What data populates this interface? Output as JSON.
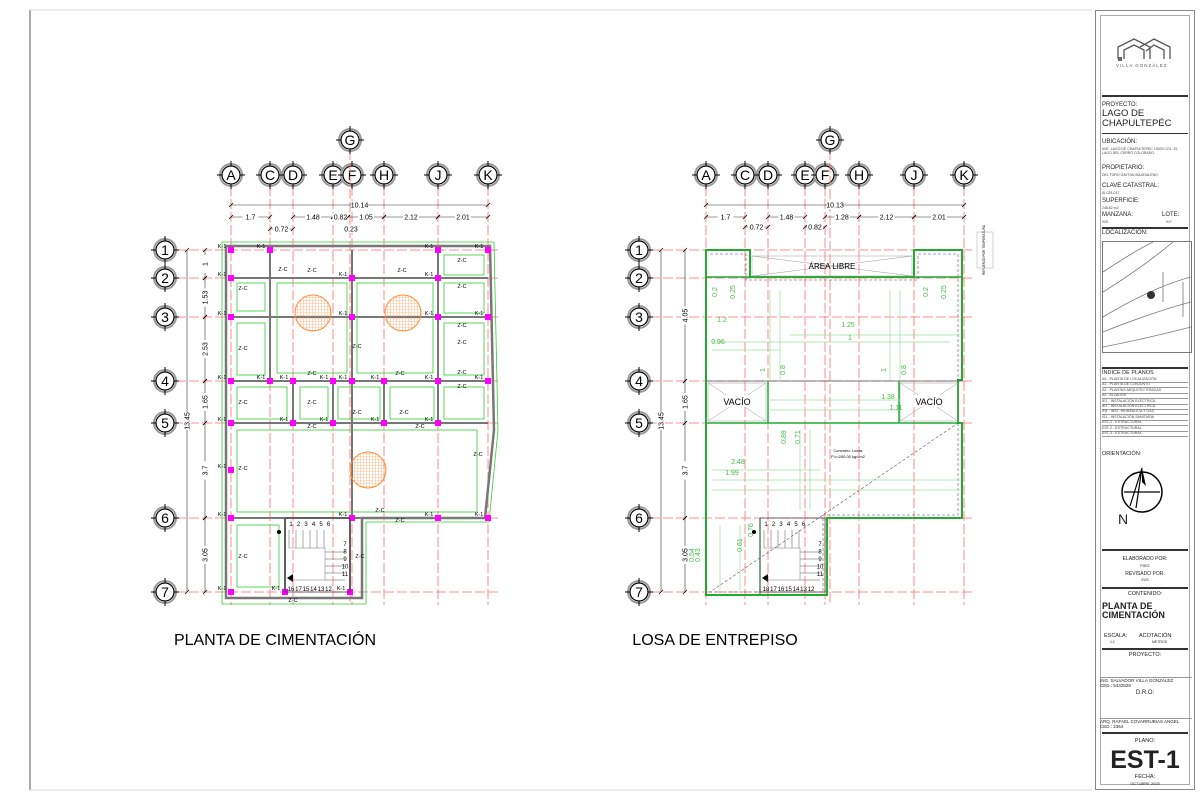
{
  "grid": {
    "columns": [
      "A",
      "C",
      "D",
      "E",
      "F",
      "H",
      "J",
      "K"
    ],
    "extra_column": "G",
    "rows": [
      "1",
      "2",
      "3",
      "4",
      "5",
      "6",
      "7"
    ]
  },
  "plan_left": {
    "title": "PLANTA DE CIMENTACIÓN",
    "dim_total_h": "10.14",
    "dims_h_1": [
      "1.7",
      "1.48",
      "0.82",
      "1.05",
      "2.12",
      "2.01"
    ],
    "dims_h_2": [
      "0.72",
      "0.23"
    ],
    "dim_total_v": "13.45",
    "dims_v": [
      "1",
      "1.53",
      "2.53",
      "1.65",
      "3.7",
      "3.05"
    ],
    "column_label": "K-1",
    "footing_label": "Z-C",
    "stair_numbers_top": [
      "1",
      "2",
      "3",
      "4",
      "5",
      "6"
    ],
    "stair_numbers_side": [
      "7",
      "8",
      "9",
      "10",
      "11"
    ],
    "stair_numbers_bottom": [
      "16",
      "17",
      "15",
      "14",
      "13",
      "12"
    ]
  },
  "plan_right": {
    "title": "LOSA  DE ENTREPISO",
    "dim_total_h": "10.13",
    "dims_h_1": [
      "1.7",
      "1.48",
      "1.28",
      "2.12",
      "2.01"
    ],
    "dims_h_2": [
      "0.72",
      "0.82"
    ],
    "dim_total_v": "13.45",
    "dims_v": [
      "4.05",
      "1.65",
      "3.7",
      "3.05"
    ],
    "area_libre": "ÁREA LIBRE",
    "vacio": "VACÍO",
    "refuerzo_note": "REFUERZO POR TEMPERATURA",
    "concrete_note_1": "Concreto: Losas",
    "concrete_note_2": "F'c=200.00 kg/cm2",
    "slab_dims": [
      "0.2",
      "0.25",
      "0.2",
      "0.25",
      "1.2",
      "0.96",
      "1.25",
      "1",
      "1",
      "0.8",
      "1",
      "0.8",
      "1.38",
      "1.11",
      "0.89",
      "0.71",
      "2.48",
      "1.99",
      "0.76",
      "0.61",
      "0.54",
      "0.43"
    ],
    "stair_numbers_top": [
      "1",
      "2",
      "3",
      "4",
      "5",
      "6"
    ],
    "stair_numbers_side": [
      "7",
      "8",
      "9",
      "10",
      "11"
    ],
    "stair_numbers_bottom": [
      "18",
      "17",
      "16",
      "15",
      "14",
      "13",
      "12"
    ]
  },
  "title_block": {
    "logo_text": "VILLA GONZÁLEZ",
    "proyecto_label": "PROYECTO:",
    "proyecto": "LAGO DE CHAPULTEPÉC",
    "ubicacion_label": "UBICACIÓN:",
    "ubicacion": "AVE. LAGO DE CHAPULTEPEC 19033 COL. EL LAGO DEL CERRO COLORADO",
    "propietario_label": "PROPIETARIO:",
    "propietario": "DEL TORO GAYTAN MAGDALENO",
    "clave_label": "CLAVE CATASTRAL:",
    "clave": "AI-025-017",
    "superficie_label": "SUPERFICIE:",
    "superficie": "248.82 m2",
    "manzana_label": "MANZANA:",
    "manzana": "025",
    "lote_label": "LOTE:",
    "lote": "017",
    "localizacion_label": "LOCALIZACIÓN:",
    "indice_label": "ÍNDICE DE PLANOS",
    "indice": [
      "A0 - PLANTA DE LOCALIZACIÓN",
      "A1 - PLANTA DE CONJUNTO",
      "A2 - PLANTAS ARQUITECTÓNICAS",
      "A3 - ALZADOS",
      "IE1 - INSTALACIÓN ELÉCTRICA",
      "IE2 - INSTALACIÓN ELÉCTRICA",
      "IH1 - INST. HIDRÁULICA Y GAS",
      "IS1 - INSTALACIÓN SANITARIA",
      "EST-1 - ESTRUCTURAL",
      "EST-2 - ESTRUCTURAL",
      "EST-3 - ESTRUCTURAL"
    ],
    "orientacion_label": "ORIENTACIÓN:",
    "north": "N",
    "elaborado_label": "ELABORADO POR:",
    "elaborado": "PHEZ",
    "revisado_label": "REVISADO POR:",
    "revisado": "SVG",
    "contenido_label": "CONTENIDO:",
    "contenido": "PLANTA DE CIMENTACIÓN",
    "escala_label": "ESCALA:",
    "escala": "1:1",
    "acotacion_label": "ACOTACIÓN:",
    "acotacion": "METROS",
    "proyecto2_label": "PROYECTO:",
    "ing": "ING. SALVADOR VILLA GONZÁLEZ",
    "ing_ced": "CED.: 5432829",
    "dro": "D.R.O:",
    "arq": "ARQ. RAFAEL COVARRUBIAS ANGEL",
    "arq_ced": "CED.: 2364",
    "plano_label": "PLANO:",
    "plano": "EST-1",
    "fecha_label": "FECHA:",
    "fecha": "OCTUBRE 2023"
  },
  "colors": {
    "grid": "#ff6b6b",
    "beam": "#33cc33",
    "column": "#ff00ff",
    "wall": "#777777",
    "footing": "#ff8c3a"
  }
}
